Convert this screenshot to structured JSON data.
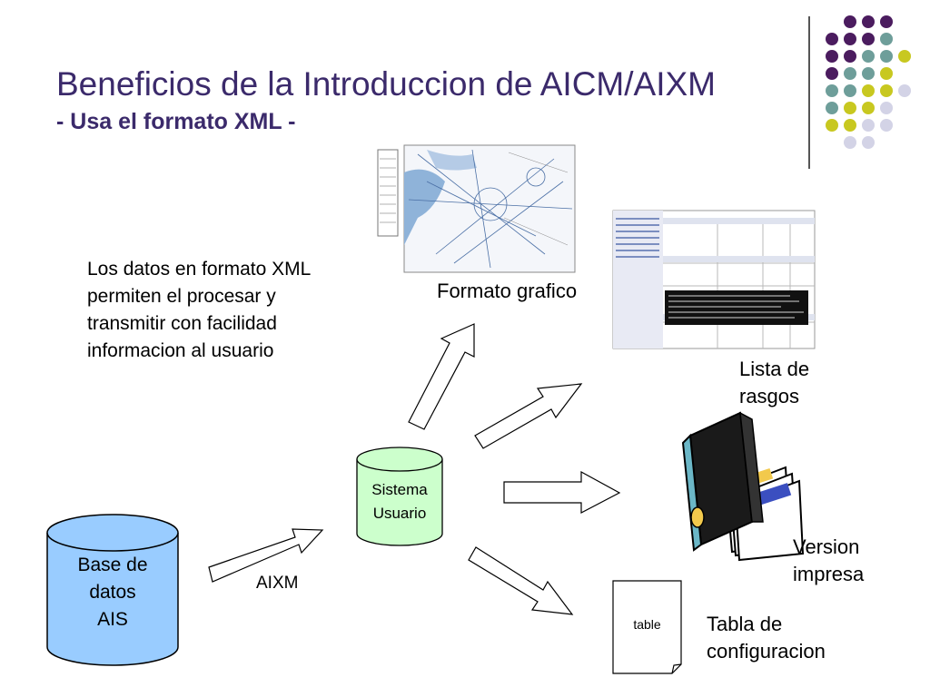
{
  "title": "Beneficios de la Introduccion de AICM/AIXM",
  "subtitle": "- Usa el formato XML -",
  "body_text": [
    "Los datos en formato XML",
    "permiten el procesar y",
    "transmitir con facilidad",
    "informacion al usuario"
  ],
  "database": {
    "lines": [
      "Base de",
      "datos",
      "AIS"
    ]
  },
  "system": {
    "lines": [
      "Sistema",
      "Usuario"
    ]
  },
  "aixm_label": "AIXM",
  "outputs": {
    "graphic": "Formato grafico",
    "features": [
      "Lista de",
      "rasgos"
    ],
    "print": [
      "Version",
      "impresa"
    ],
    "table_doc": "table",
    "table": [
      "Tabla de",
      "configuracion"
    ]
  },
  "colors": {
    "title": "#3b2a6b",
    "cylinder_fill": "#99ccff",
    "system_fill": "#ccffcc",
    "dot_purple": "#4b1c5f",
    "dot_teal": "#6e9e9a",
    "dot_yellow": "#c8c820",
    "dot_lavender": "#d3d3e6"
  }
}
